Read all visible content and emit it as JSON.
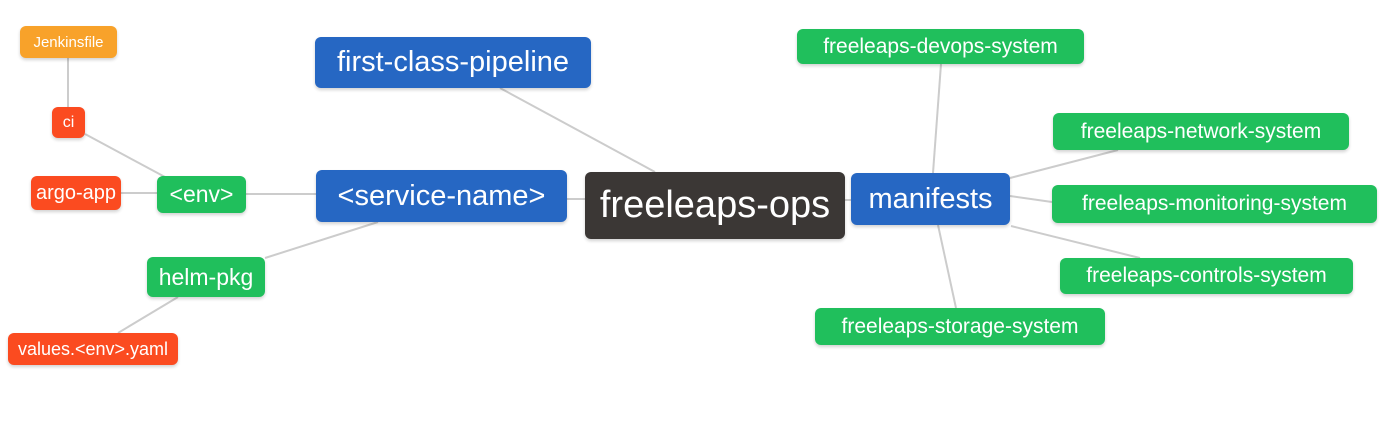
{
  "colors": {
    "blue": "#2667c3",
    "green": "#20bf5c",
    "red": "#fb4b20",
    "orange": "#f8a22a",
    "dark": "#3b3735",
    "edge": "#cccccc"
  },
  "nodes": {
    "root": {
      "label": "freeleaps-ops",
      "color": "#3b3735"
    },
    "fcp": {
      "label": "first-class-pipeline",
      "color": "#2667c3"
    },
    "service": {
      "label": "<service-name>",
      "color": "#2667c3"
    },
    "manifests": {
      "label": "manifests",
      "color": "#2667c3"
    },
    "jenkinsfile": {
      "label": "Jenkinsfile",
      "color": "#f8a22a"
    },
    "ci": {
      "label": "ci",
      "color": "#fb4b20"
    },
    "argo": {
      "label": "argo-app",
      "color": "#fb4b20"
    },
    "env": {
      "label": "<env>",
      "color": "#20bf5c"
    },
    "helm": {
      "label": "helm-pkg",
      "color": "#20bf5c"
    },
    "values": {
      "label": "values.<env>.yaml",
      "color": "#fb4b20"
    },
    "devops": {
      "label": "freeleaps-devops-system",
      "color": "#20bf5c"
    },
    "network": {
      "label": "freeleaps-network-system",
      "color": "#20bf5c"
    },
    "monitoring": {
      "label": "freeleaps-monitoring-system",
      "color": "#20bf5c"
    },
    "controls": {
      "label": "freeleaps-controls-system",
      "color": "#20bf5c"
    },
    "storage": {
      "label": "freeleaps-storage-system",
      "color": "#20bf5c"
    }
  },
  "edges": [
    {
      "from": "Jenkinsfile",
      "to": "ci"
    },
    {
      "from": "ci",
      "to": "<env>"
    },
    {
      "from": "argo-app",
      "to": "<env>"
    },
    {
      "from": "<env>",
      "to": "<service-name>"
    },
    {
      "from": "helm-pkg",
      "to": "<service-name>"
    },
    {
      "from": "values.<env>.yaml",
      "to": "helm-pkg"
    },
    {
      "from": "first-class-pipeline",
      "to": "freeleaps-ops"
    },
    {
      "from": "<service-name>",
      "to": "freeleaps-ops"
    },
    {
      "from": "freeleaps-ops",
      "to": "manifests"
    },
    {
      "from": "manifests",
      "to": "freeleaps-devops-system"
    },
    {
      "from": "manifests",
      "to": "freeleaps-network-system"
    },
    {
      "from": "manifests",
      "to": "freeleaps-monitoring-system"
    },
    {
      "from": "manifests",
      "to": "freeleaps-controls-system"
    },
    {
      "from": "manifests",
      "to": "freeleaps-storage-system"
    }
  ]
}
